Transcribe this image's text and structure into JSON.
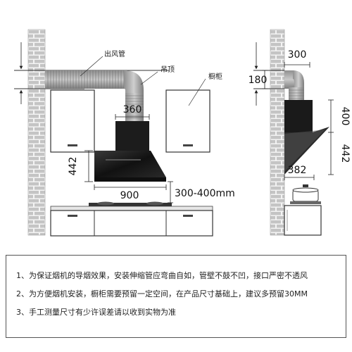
{
  "labels": {
    "duct": "出风管",
    "ceiling": "吊顶",
    "cabinet": "橱柜"
  },
  "dimensions": {
    "width_top": "360",
    "height_left": "442",
    "width_bottom": "900",
    "gap": "300-400mm",
    "right_top": "300",
    "right_left": "180",
    "right_upper": "400",
    "right_lower": "442",
    "right_bottom": "382"
  },
  "notes": [
    "1、为保证烟机的导烟效果，安装伸缩管应弯曲自如，管壁不鼓不凹，接口严密不透风",
    "2、为方便烟机安装，橱柜需要预留一定空间，在产品尺寸基础上，建议多预留30MM",
    "3、手工测量尺寸有少许误差请以收到实物为准"
  ],
  "colors": {
    "accent": "#2b4fb5",
    "brick": "#c7c7c7",
    "hood": "#1a1a1a"
  }
}
